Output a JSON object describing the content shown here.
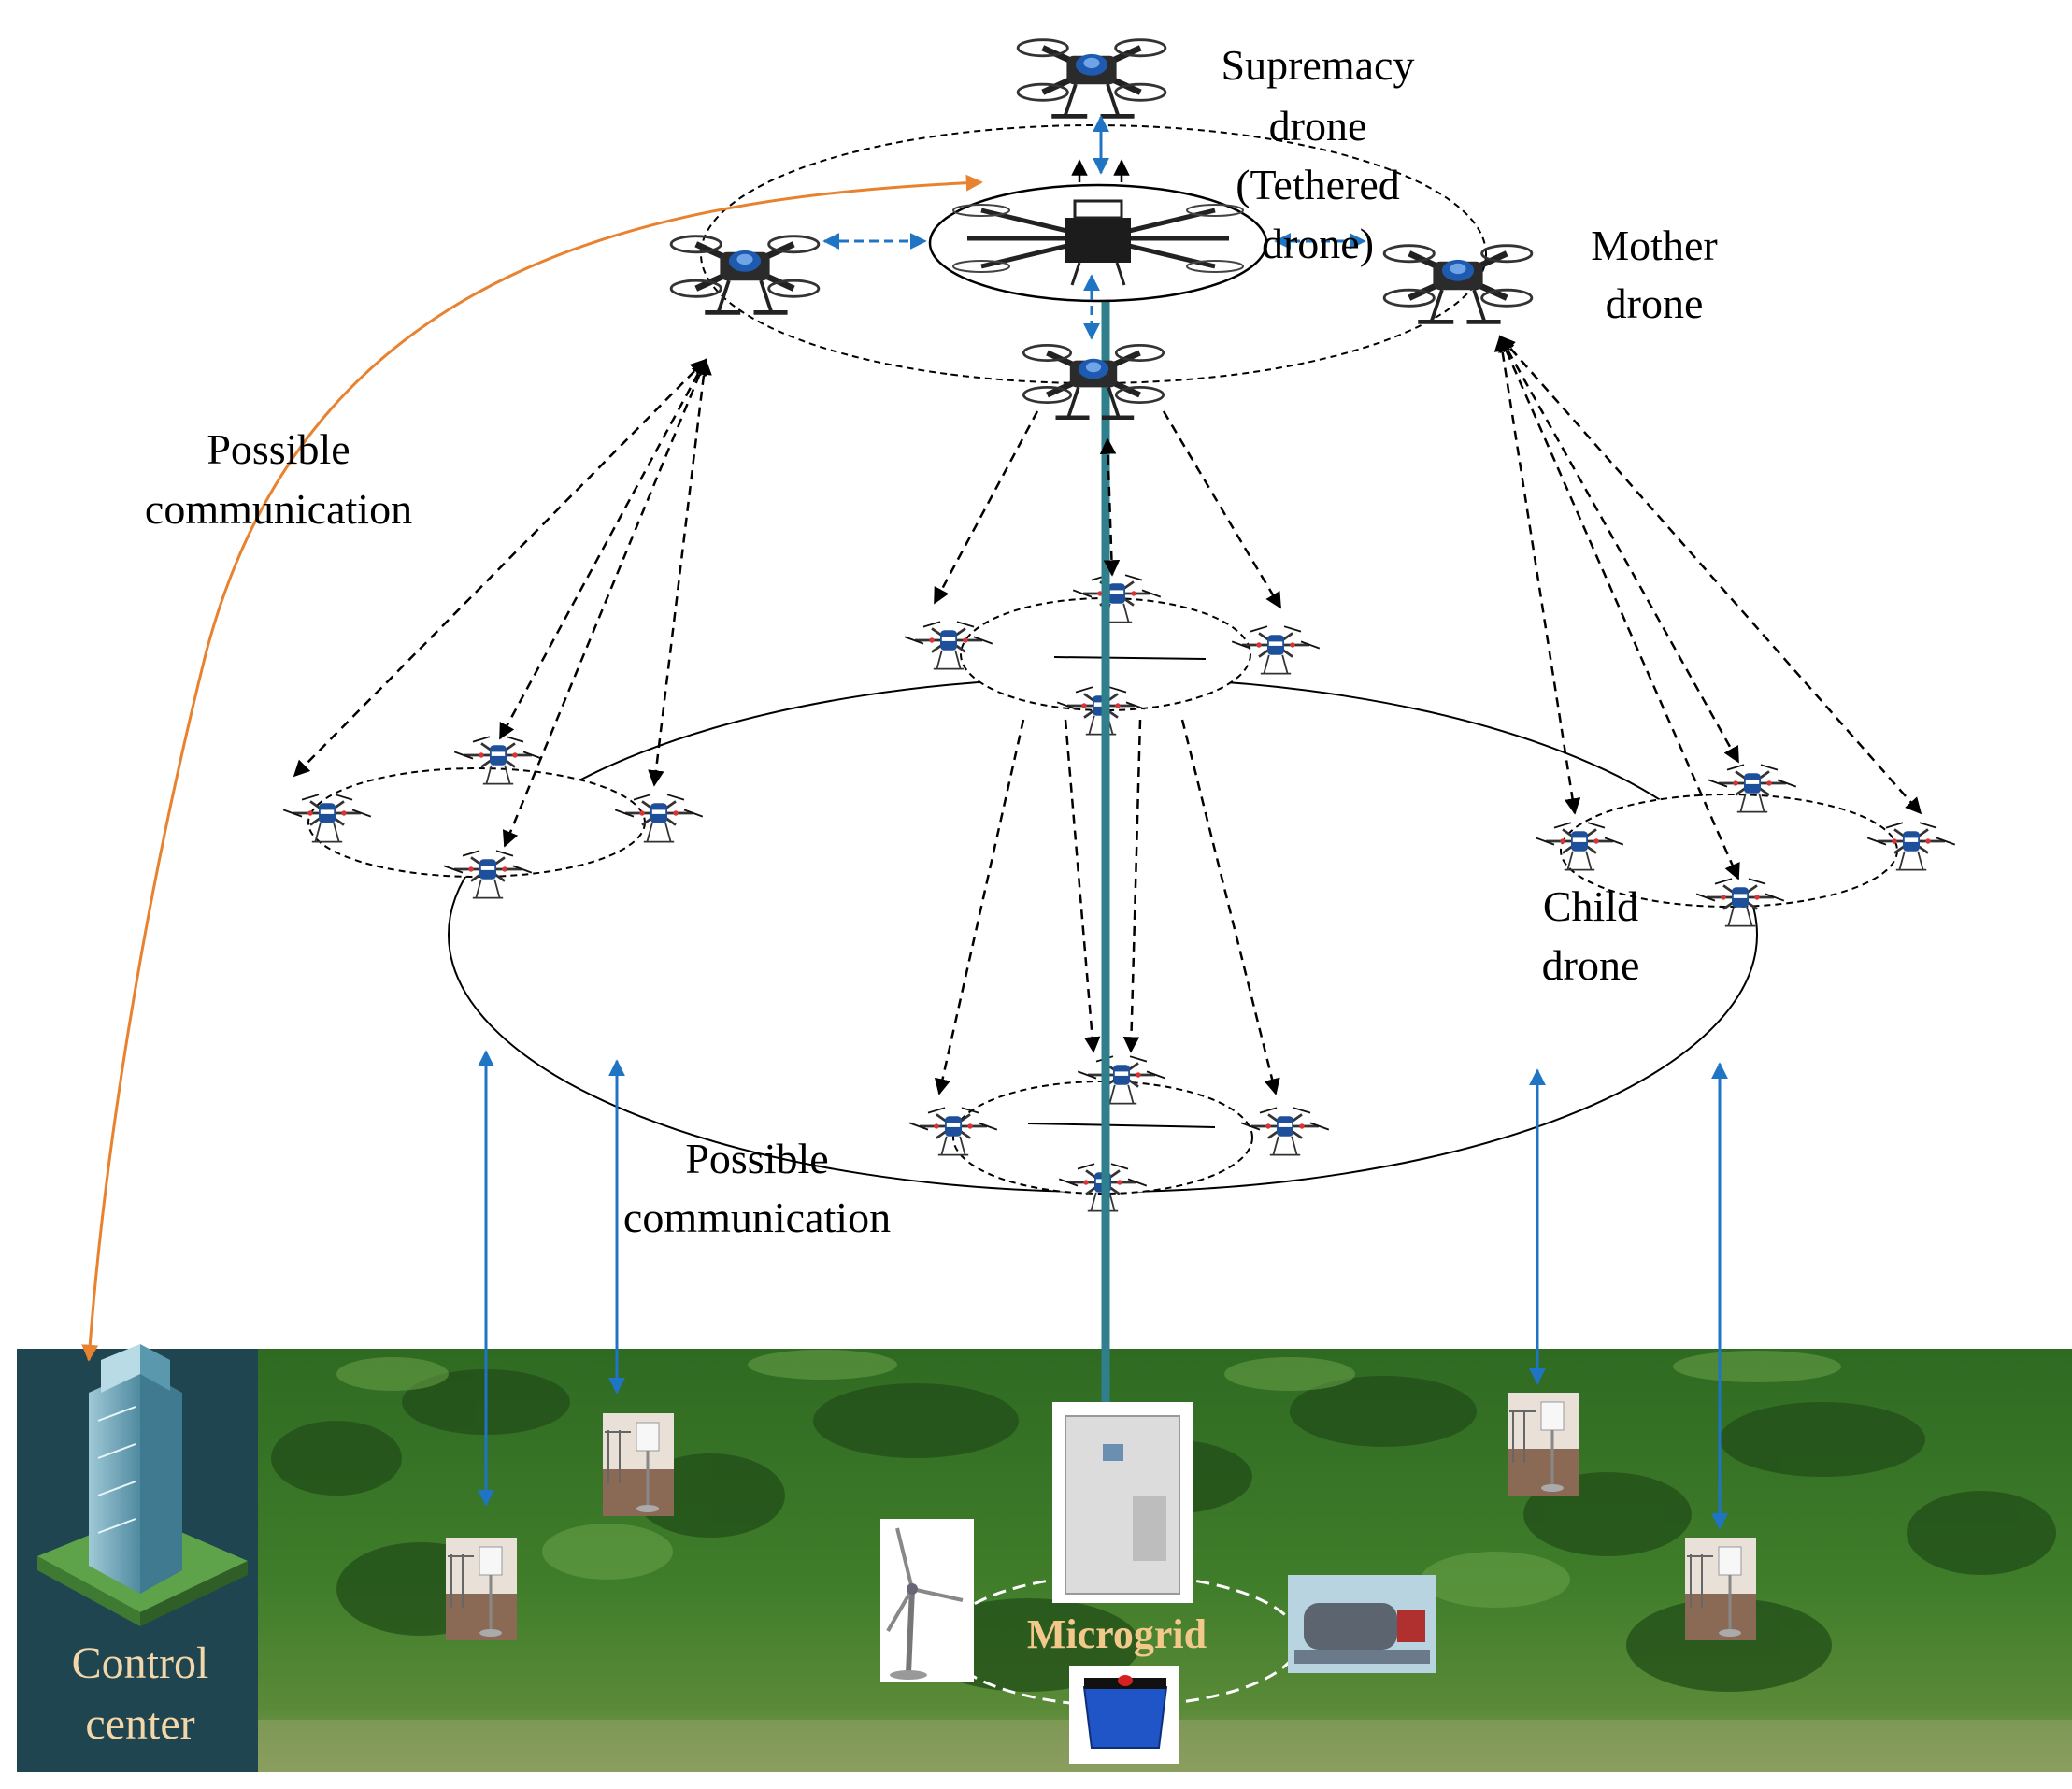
{
  "labels": {
    "supremacy": [
      "Supremacy",
      "drone",
      "(Tethered",
      "drone)"
    ],
    "mother": [
      "Mother",
      "drone"
    ],
    "child": [
      "Child",
      "drone"
    ],
    "possible_comm_top": [
      "Possible",
      "communication"
    ],
    "possible_comm_bottom": [
      "Possible",
      "communication"
    ],
    "control_center": [
      "Control",
      "center"
    ],
    "microgrid": "Microgrid"
  },
  "colors": {
    "blue_link": "#1f74c4",
    "orange_link": "#e8822f",
    "tether": "#2f7f8c",
    "control_panel": "#1f4550",
    "control_text": "#f4d7a8",
    "microgrid_text": "#f2c98b",
    "forest": "#2d5a1e"
  },
  "icons": {
    "drone_large": "quadcopter-icon",
    "drone_small": "hexacopter-icon",
    "sensor": "weather-station-icon",
    "building": "office-building-icon",
    "wind": "wind-turbine-icon",
    "cabinet": "power-cabinet-icon",
    "turbine": "gas-turbine-icon",
    "battery": "battery-icon"
  }
}
